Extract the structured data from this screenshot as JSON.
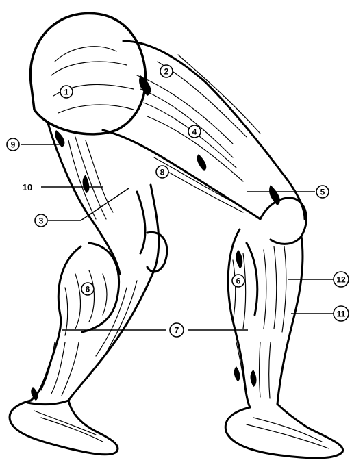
{
  "figure": {
    "style": "black-ink anatomical line drawing",
    "ink_color": "#000000",
    "paper_color": "#ffffff"
  },
  "labels": {
    "l1": "1",
    "l2": "2",
    "l3": "3",
    "l4": "4",
    "l5": "5",
    "l6a": "6",
    "l6b": "6",
    "l7": "7",
    "l8": "8",
    "l9": "9",
    "l10": "10",
    "l11": "11",
    "l12": "12"
  }
}
